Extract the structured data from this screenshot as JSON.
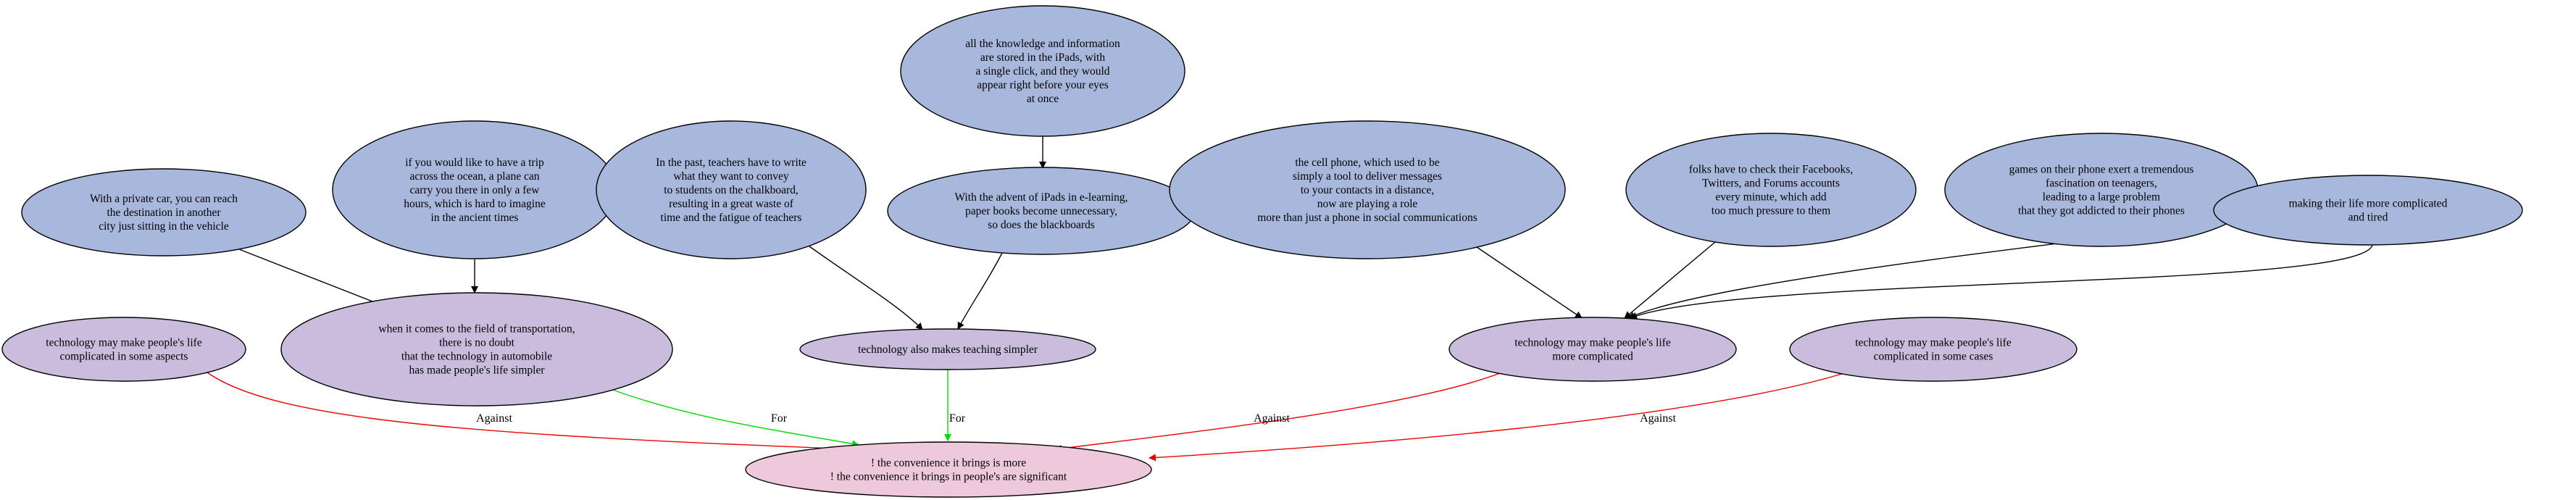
{
  "colors": {
    "evidence_fill": "#a8b8dc",
    "claim_fill": "#c9bcdd",
    "root_fill": "#eec9dc",
    "outline": "#000000",
    "edge_support": "#000000",
    "edge_for": "#00dd00",
    "edge_against": "#ee0000"
  },
  "nodes": [
    {
      "id": "ipads_info",
      "kind": "evidence",
      "lines": [
        "all the knowledge and information",
        "are stored in the iPads, with",
        "a single click, and they would",
        "appear right before your eyes",
        "at once"
      ]
    },
    {
      "id": "private_car",
      "kind": "evidence",
      "lines": [
        "With a private car, you can reach",
        "the destination in another",
        "city just sitting in the vehicle"
      ]
    },
    {
      "id": "trip_plane",
      "kind": "evidence",
      "lines": [
        "if you would like to have a trip",
        "across the ocean, a plane can",
        "carry you there in only a few",
        "hours, which is hard to imagine",
        "in the ancient times"
      ]
    },
    {
      "id": "teachers_past",
      "kind": "evidence",
      "lines": [
        "In the past, teachers have to write",
        "what they want to convey",
        "to students on the chalkboard,",
        "resulting in a great waste of",
        "time and the fatigue of teachers"
      ]
    },
    {
      "id": "ipads_elearning",
      "kind": "evidence",
      "lines": [
        "With the advent of iPads in e-learning,",
        "paper books become unnecessary,",
        "so does the blackboards"
      ]
    },
    {
      "id": "cell_phone",
      "kind": "evidence",
      "lines": [
        "the cell phone, which used to be",
        "simply a tool to deliver messages",
        "to your contacts in a distance,",
        "now are playing a role",
        "more than just a phone in social communications"
      ]
    },
    {
      "id": "folks_facebook",
      "kind": "evidence",
      "lines": [
        "folks have to check their Facebooks,",
        "Twitters, and Forums accounts",
        "every minute, which add",
        "too much pressure to them"
      ]
    },
    {
      "id": "games_phone",
      "kind": "evidence",
      "lines": [
        "games on their phone exert a tremendous",
        "fascination on teenagers,",
        "leading to a large problem",
        "that they got addicted to their phones"
      ]
    },
    {
      "id": "life_tired",
      "kind": "evidence",
      "lines": [
        "making their life more complicated",
        "and tired"
      ]
    },
    {
      "id": "complicated_aspects",
      "kind": "claim",
      "lines": [
        "technology may make people's life",
        "complicated in some aspects"
      ]
    },
    {
      "id": "transportation",
      "kind": "claim",
      "lines": [
        "when it comes to the field of transportation,",
        "there is no doubt",
        "that the technology in automobile",
        "has made people's life simpler"
      ]
    },
    {
      "id": "teaching_simpler",
      "kind": "claim",
      "lines": [
        "technology also makes teaching simpler"
      ]
    },
    {
      "id": "more_complicated",
      "kind": "claim",
      "lines": [
        "technology may make people's life",
        "more complicated"
      ]
    },
    {
      "id": "complicated_cases",
      "kind": "claim",
      "lines": [
        "technology may make people's life",
        "complicated in some cases"
      ]
    },
    {
      "id": "root",
      "kind": "root",
      "lines": [
        "! the convenience it brings is more",
        "! the convenience it brings in people's are significant"
      ]
    }
  ],
  "edges": [
    {
      "from": "ipads_info",
      "to": "ipads_elearning",
      "kind": "support",
      "label": ""
    },
    {
      "from": "private_car",
      "to": "transportation",
      "kind": "support",
      "label": ""
    },
    {
      "from": "trip_plane",
      "to": "transportation",
      "kind": "support",
      "label": ""
    },
    {
      "from": "teachers_past",
      "to": "teaching_simpler",
      "kind": "support",
      "label": ""
    },
    {
      "from": "ipads_elearning",
      "to": "teaching_simpler",
      "kind": "support",
      "label": ""
    },
    {
      "from": "cell_phone",
      "to": "more_complicated",
      "kind": "support",
      "label": ""
    },
    {
      "from": "folks_facebook",
      "to": "more_complicated",
      "kind": "support",
      "label": ""
    },
    {
      "from": "games_phone",
      "to": "more_complicated",
      "kind": "support",
      "label": ""
    },
    {
      "from": "life_tired",
      "to": "more_complicated",
      "kind": "support",
      "label": ""
    },
    {
      "from": "complicated_aspects",
      "to": "root",
      "kind": "against",
      "label": "Against"
    },
    {
      "from": "transportation",
      "to": "root",
      "kind": "for",
      "label": "For"
    },
    {
      "from": "teaching_simpler",
      "to": "root",
      "kind": "for",
      "label": "For"
    },
    {
      "from": "more_complicated",
      "to": "root",
      "kind": "against",
      "label": "Against"
    },
    {
      "from": "complicated_cases",
      "to": "root",
      "kind": "against",
      "label": "Against"
    }
  ]
}
